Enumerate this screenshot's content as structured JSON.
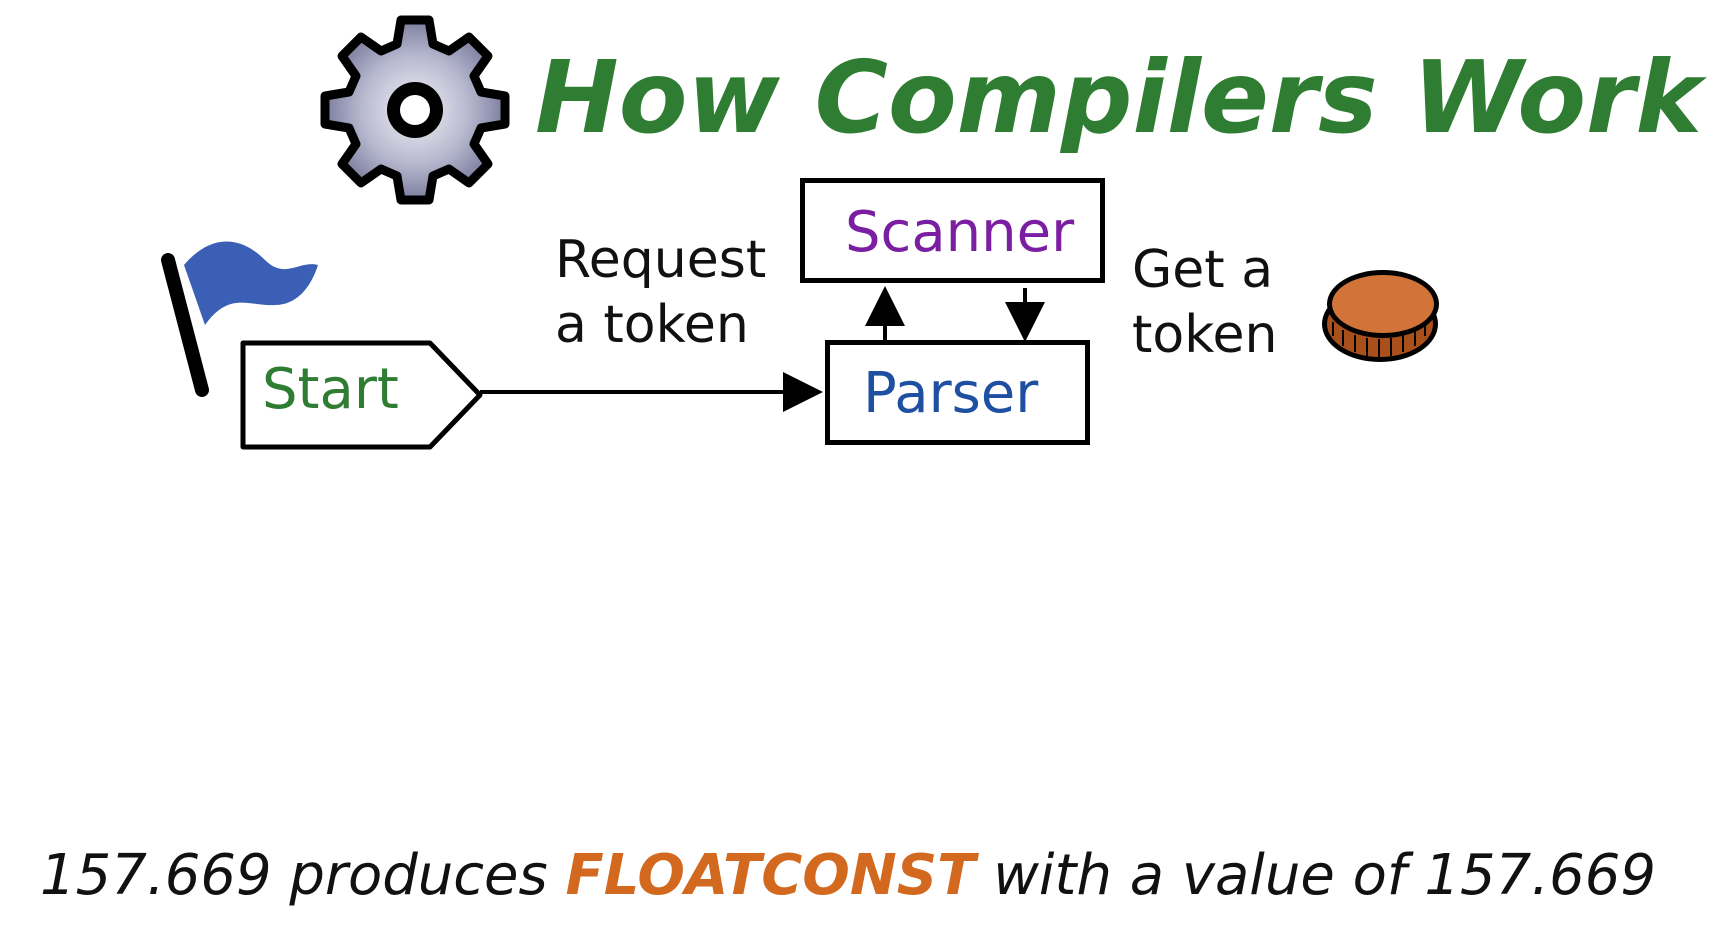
{
  "title": "How Compilers Work",
  "nodes": {
    "start": "Start",
    "scanner": "Scanner",
    "parser": "Parser"
  },
  "labels": {
    "request_line1": "Request",
    "request_line2": "a token",
    "get_line1": "Get a",
    "get_line2": "token"
  },
  "caption": {
    "part1": "157.669 produces",
    "token_type": "FLOATCONST",
    "part2": "with a value of 157.669"
  },
  "icons": [
    "gear-icon",
    "flag-icon",
    "coin-icon"
  ],
  "colors": {
    "title": "#2e7d32",
    "start": "#2e7d32",
    "scanner": "#7b1fa2",
    "parser": "#1f4fa0",
    "token_type": "#d2691e",
    "flag": "#3a5fb5",
    "coin": "#d2743a"
  }
}
